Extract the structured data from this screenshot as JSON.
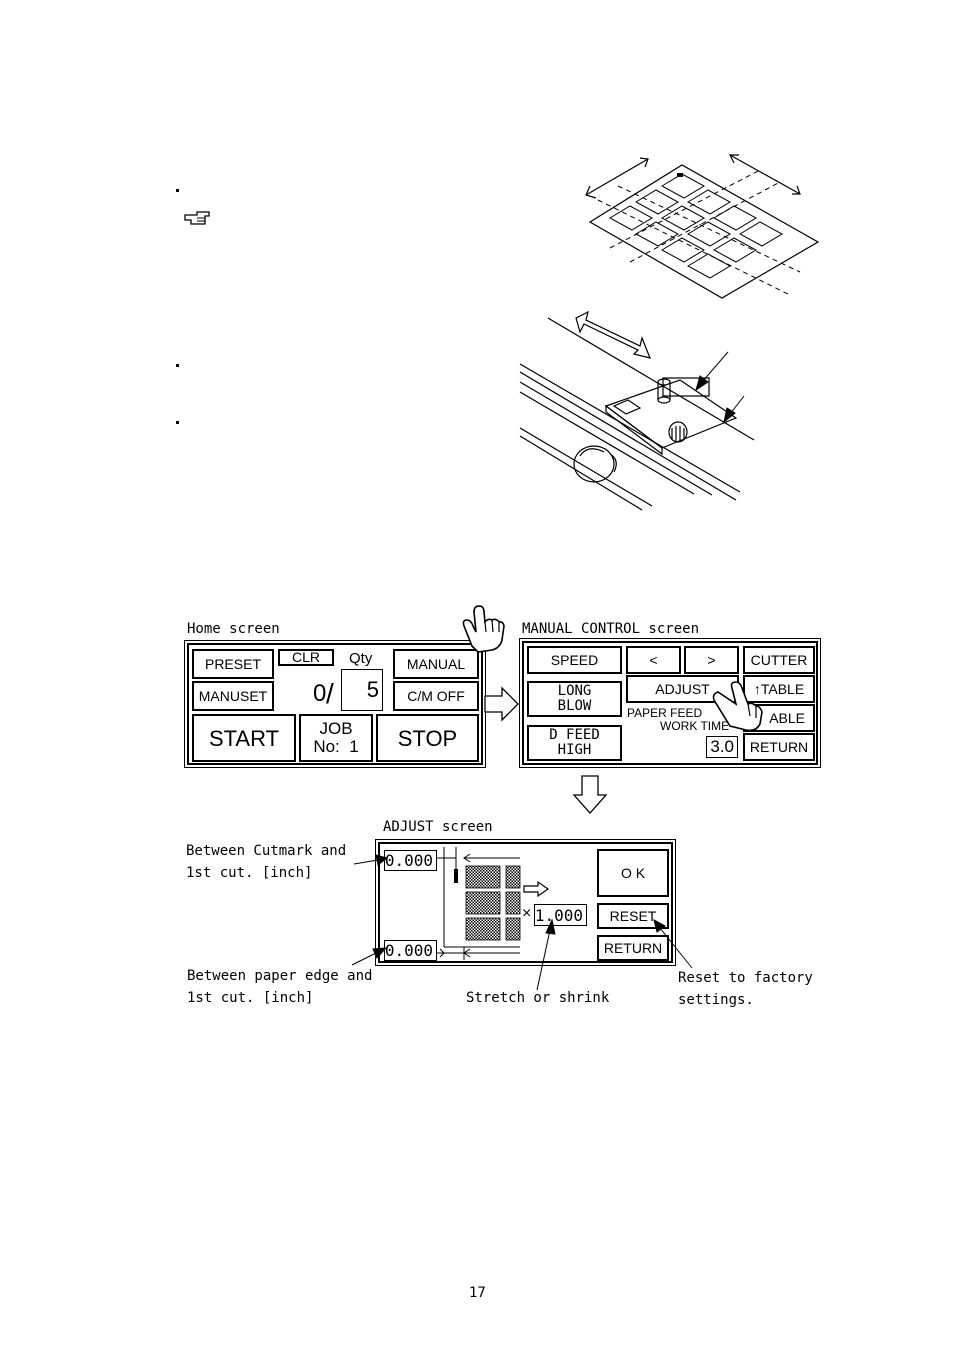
{
  "captions": {
    "home_screen": "Home screen",
    "manual_screen": "MANUAL CONTROL screen",
    "adjust_screen": "ADJUST screen"
  },
  "home": {
    "preset": "PRESET",
    "clr": "CLR",
    "qty_label": "Qty",
    "manual": "MANUAL",
    "manuset": "MANUSET",
    "count": "0",
    "slash": "/",
    "qty_value": "5",
    "cm_off": "C/M OFF",
    "start": "START",
    "job_label": "JOB",
    "job_no": "No:  1",
    "stop": "STOP"
  },
  "manual": {
    "speed": "SPEED",
    "left": "<",
    "right": ">",
    "cutter": "CUTTER",
    "long_blow_1": "LONG",
    "long_blow_2": "BLOW",
    "adjust": "ADJUST",
    "up_table": "↑TABLE",
    "paper_feed": "PAPER FEED",
    "work_time": "WORK TIME",
    "down_table": "ABLE",
    "d_feed_1": "D FEED",
    "d_feed_2": "HIGH",
    "time_value": "3.0",
    "return": "RETURN"
  },
  "adjust": {
    "top_value": "0.000",
    "bottom_value": "0.000",
    "scale_prefix": "×",
    "scale_value": "1.000",
    "ok": "O K",
    "reset": "RESET",
    "return": "RETURN"
  },
  "annotations": {
    "cutmark_1": "Between Cutmark and",
    "cutmark_2": "1st cut. [inch]",
    "edge_1": "Between paper edge and",
    "edge_2": "1st cut. [inch]",
    "stretch": "Stretch or shrink",
    "reset_1": "Reset to factory",
    "reset_2": "settings."
  },
  "icons": {
    "reference": "pointing-hand-icon",
    "tap_hand": "tap-hand-icon",
    "arrow_right": "hollow-arrow-right-icon",
    "arrow_down": "hollow-arrow-down-icon"
  },
  "page_number": "17"
}
